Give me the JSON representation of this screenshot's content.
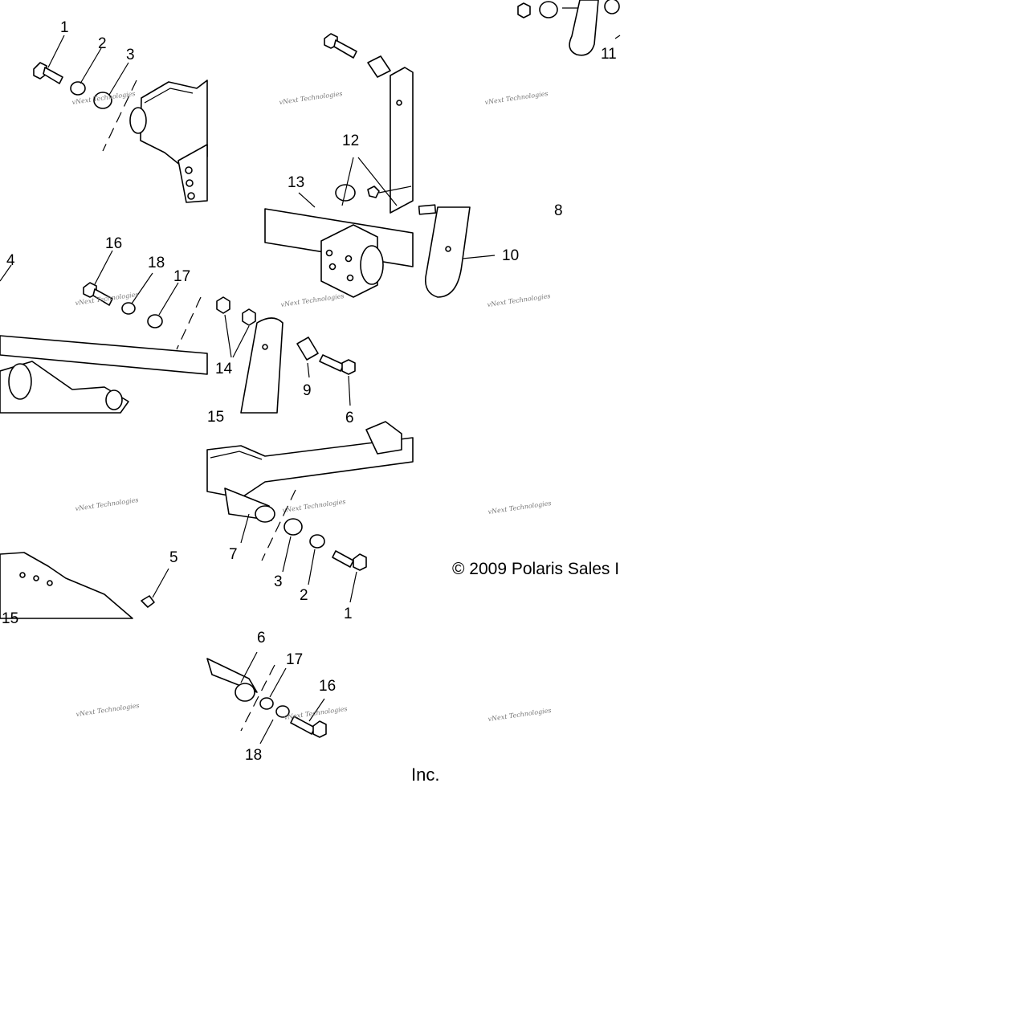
{
  "diagram": {
    "callouts": [
      "1",
      "2",
      "3",
      "4",
      "5",
      "6",
      "7",
      "8",
      "9",
      "10",
      "11",
      "12",
      "13",
      "14",
      "15",
      "16",
      "17",
      "18"
    ],
    "watermark": "vNext Technologies",
    "copyright_line1": "© 2009 Polaris Sales I",
    "copyright_line2": "Inc."
  }
}
